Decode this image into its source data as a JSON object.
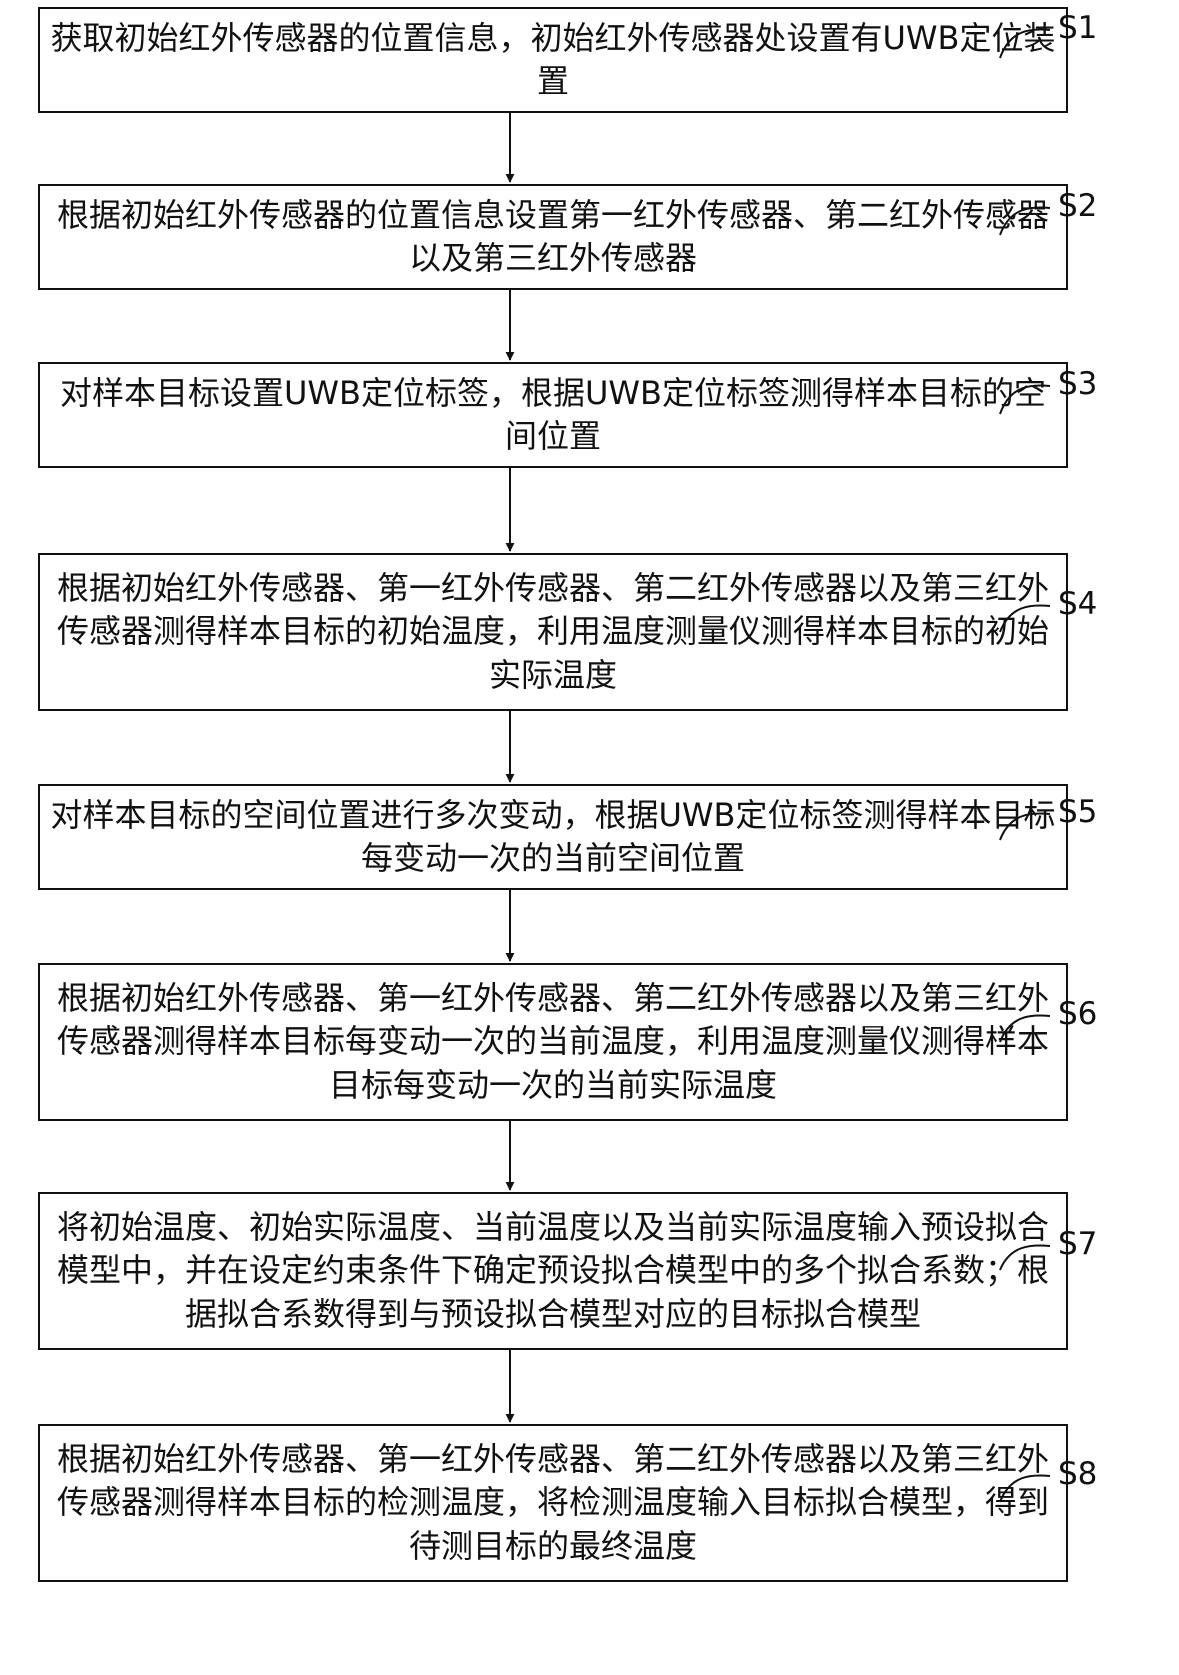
{
  "steps": [
    {
      "id": "S1",
      "text": "获取初始红外传感器的位置信息，初始红外传感器处设置有UWB定位装置"
    },
    {
      "id": "S2",
      "text": "根据初始红外传感器的位置信息设置第一红外传感器、第二红外传感器以及第三红外传感器"
    },
    {
      "id": "S3",
      "text": "对样本目标设置UWB定位标签，根据UWB定位标签测得样本目标的空间位置"
    },
    {
      "id": "S4",
      "text": "根据初始红外传感器、第一红外传感器、第二红外传感器以及第三红外传感器测得样本目标的初始温度，利用温度测量仪测得样本目标的初始实际温度"
    },
    {
      "id": "S5",
      "text": "对样本目标的空间位置进行多次变动，根据UWB定位标签测得样本目标每变动一次的当前空间位置"
    },
    {
      "id": "S6",
      "text": "根据初始红外传感器、第一红外传感器、第二红外传感器以及第三红外传感器测得样本目标每变动一次的当前温度，利用温度测量仪测得样本目标每变动一次的当前实际温度"
    },
    {
      "id": "S7",
      "text": "将初始温度、初始实际温度、当前温度以及当前实际温度输入预设拟合模型中，并在设定约束条件下确定预设拟合模型中的多个拟合系数；根据拟合系数得到与预设拟合模型对应的目标拟合模型"
    },
    {
      "id": "S8",
      "text": "根据初始红外传感器、第一红外传感器、第二红外传感器以及第三红外传感器测得样本目标的检测温度，将检测温度输入目标拟合模型，得到待测目标的最终温度"
    }
  ]
}
